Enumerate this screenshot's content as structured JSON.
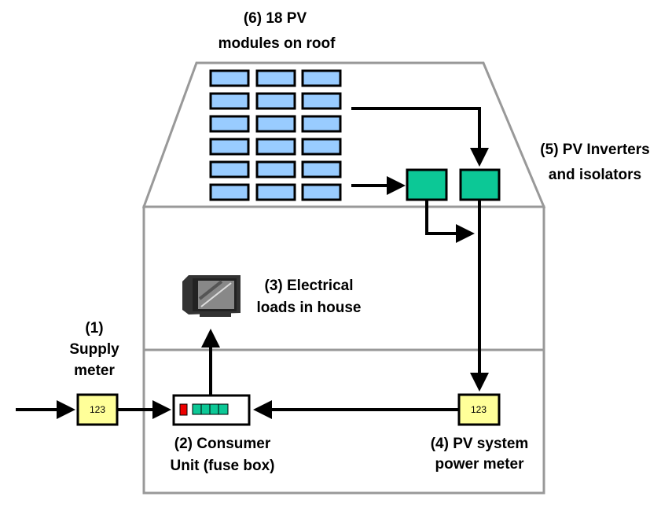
{
  "labels": {
    "pv_modules": [
      "(6) 18 PV",
      "modules on roof"
    ],
    "inverters": [
      "(5) PV Inverters",
      "and isolators"
    ],
    "loads": [
      "(3) Electrical",
      "loads in house"
    ],
    "supply_meter": [
      "(1)",
      "Supply",
      "meter"
    ],
    "consumer_unit": [
      "(2) Consumer",
      "Unit (fuse box)"
    ],
    "pv_meter": [
      "(4) PV system",
      "power meter"
    ]
  },
  "meter_reading": "123",
  "colors": {
    "panel": "#99ccff",
    "inverter": "#0cc896",
    "meter": "#ffff99",
    "fuse_red": "#ee0000",
    "outline": "#999999"
  }
}
